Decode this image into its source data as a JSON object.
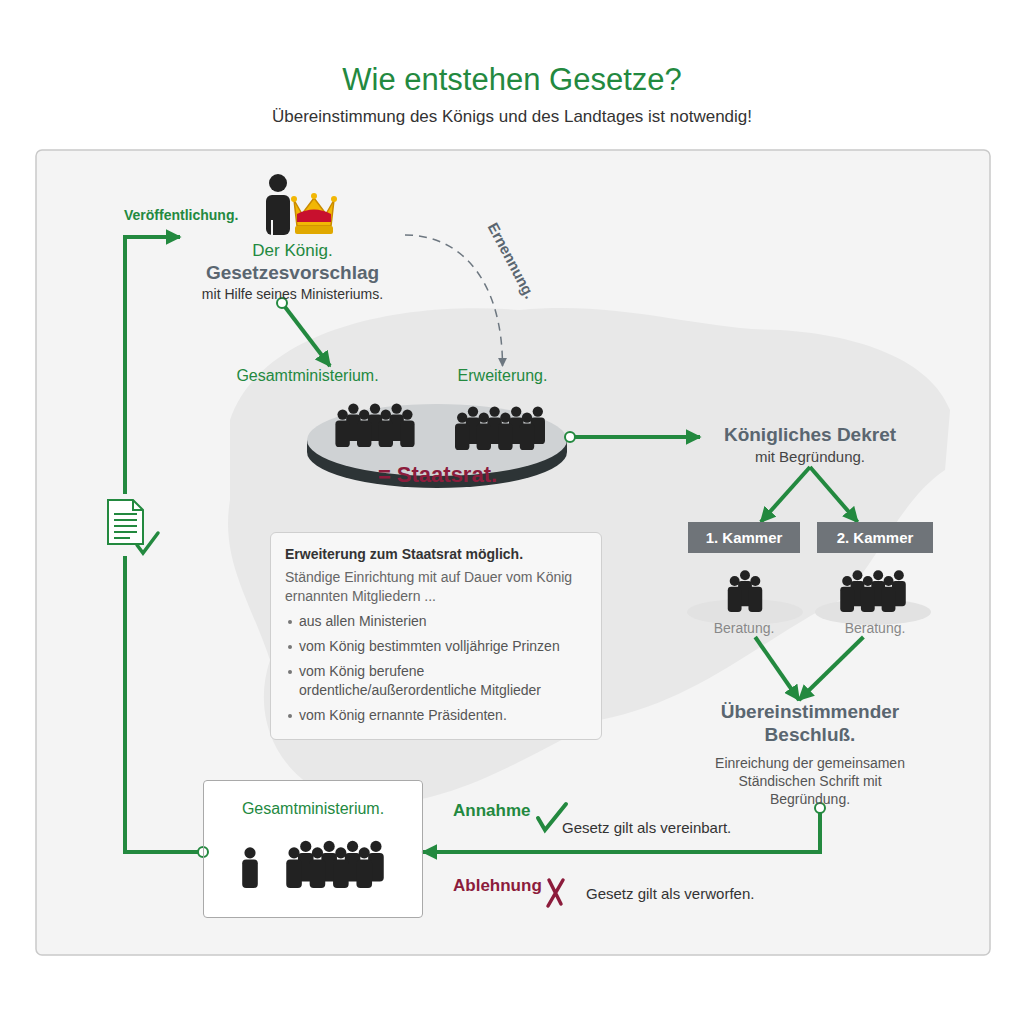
{
  "diagram": {
    "title": "Wie entstehen Gesetze?",
    "caption": "Übereinstimmung des Königs und des Landtages ist notwendig!",
    "nodes": [
      {
        "text": [
          "Der König.",
          "Gesetzesvorschlag",
          "mit Hilfe seines Ministeriums."
        ]
      },
      {
        "text": [
          "Gesamtministerium."
        ]
      },
      {
        "text": [
          "Erweiterung."
        ]
      },
      {
        "text": [
          "= Staatsrat."
        ]
      },
      {
        "text": [
          "Erweiterung zum Staatsrat möglich.",
          "Ständige Einrichtung mit auf Dauer vom König ernannten Mitgliedern ...",
          "aus allen Ministerien",
          "vom König bestimmten volljährige Prinzen",
          "vom König berufene ordentliche/außerordentliche Mitglieder",
          "vom König ernannte Präsidenten."
        ]
      },
      {
        "text": [
          "Königliches Dekret",
          "mit Begründung."
        ]
      },
      {
        "text": [
          "1. Kammer",
          "Beratung."
        ]
      },
      {
        "text": [
          "2. Kammer",
          "Beratung."
        ]
      },
      {
        "text": [
          "Übereinstimmender Beschluß.",
          "Einreichung der gemeinsamen Ständischen Schrift mit Begründung."
        ]
      },
      {
        "text": [
          "Gesamtministerium."
        ]
      }
    ],
    "edges": [
      {
        "from": 0,
        "to": 1,
        "arrow": "to"
      },
      {
        "from": 0,
        "to": 2,
        "label": "Ernennung.",
        "arrow": "to"
      },
      {
        "from": 3,
        "to": 5,
        "arrow": "to"
      },
      {
        "from": 5,
        "to": 6,
        "arrow": "to"
      },
      {
        "from": 5,
        "to": 7,
        "arrow": "to"
      },
      {
        "from": 6,
        "to": 8,
        "arrow": "to"
      },
      {
        "from": 7,
        "to": 8,
        "arrow": "to"
      },
      {
        "from": 8,
        "to": 9,
        "label": "Annahme",
        "arrow": "to"
      },
      {
        "from": 9,
        "to": 0,
        "label": "Veröffentlichung.",
        "arrow": "to"
      }
    ],
    "labels": [
      "Gesetz gilt als vereinbart.",
      "Ablehnung",
      "Gesetz gilt als verworfen."
    ]
  }
}
